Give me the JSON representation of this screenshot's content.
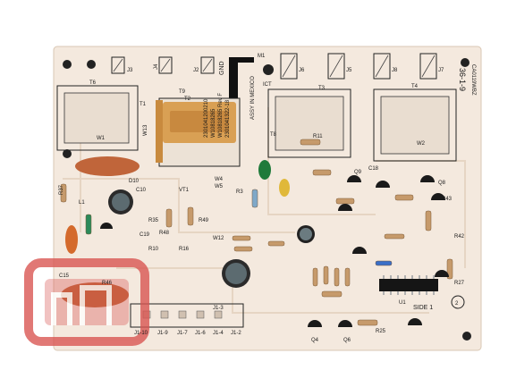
{
  "image": {
    "description_free": true,
    "board_color": "#f4e9de",
    "trace_color": "#e8d8c8"
  },
  "silkscreen": {
    "j3": "J3",
    "j4": "J4",
    "j2": "J2",
    "gnd": "GND",
    "m1": "M1",
    "j6": "J6",
    "j5": "J5",
    "j8": "J8",
    "j7": "J7",
    "date_code": "36-1-9",
    "ul_mark": "CA0119WBZ",
    "t6": "T6",
    "t1": "T1",
    "t9": "T9",
    "t2": "T2",
    "t3": "T3",
    "t4": "T4",
    "ict": "ICT",
    "w13": "W13",
    "w1": "W1",
    "w2": "W2",
    "assy": "ASSY IN MEXICO",
    "part1": "W10818265 Rev F",
    "part2": "W10818265",
    "part3": "2301041200210",
    "part4": "2301041322-18",
    "t8": "T8",
    "r11": "R11",
    "c18": "C18",
    "q9": "Q9",
    "q8": "Q8",
    "d10": "D10",
    "c10": "C10",
    "vt1": "VT1",
    "w4": "W4",
    "w5": "W5",
    "r37": "R37",
    "l1": "L1",
    "r3": "R3",
    "r35": "R35",
    "r48": "R48",
    "r49": "R49",
    "c19": "C19",
    "r10": "R10",
    "r16": "R16",
    "w12": "W12",
    "c15": "C15",
    "r46": "R46",
    "side1": "SIDE 1",
    "u1": "U1",
    "q4": "Q4",
    "q6": "Q6",
    "r25": "R25",
    "r27": "R27",
    "r43": "R43",
    "r42": "R42",
    "j1_10": "J1-10",
    "j1_9": "J1-9",
    "j1_7": "J1-7",
    "j1_6": "J1-6",
    "j1_4": "J1-4",
    "j1_2": "J1-2",
    "j1_3": "J1-3",
    "circle2": "2"
  },
  "watermark": {
    "color": "#d9534f"
  }
}
